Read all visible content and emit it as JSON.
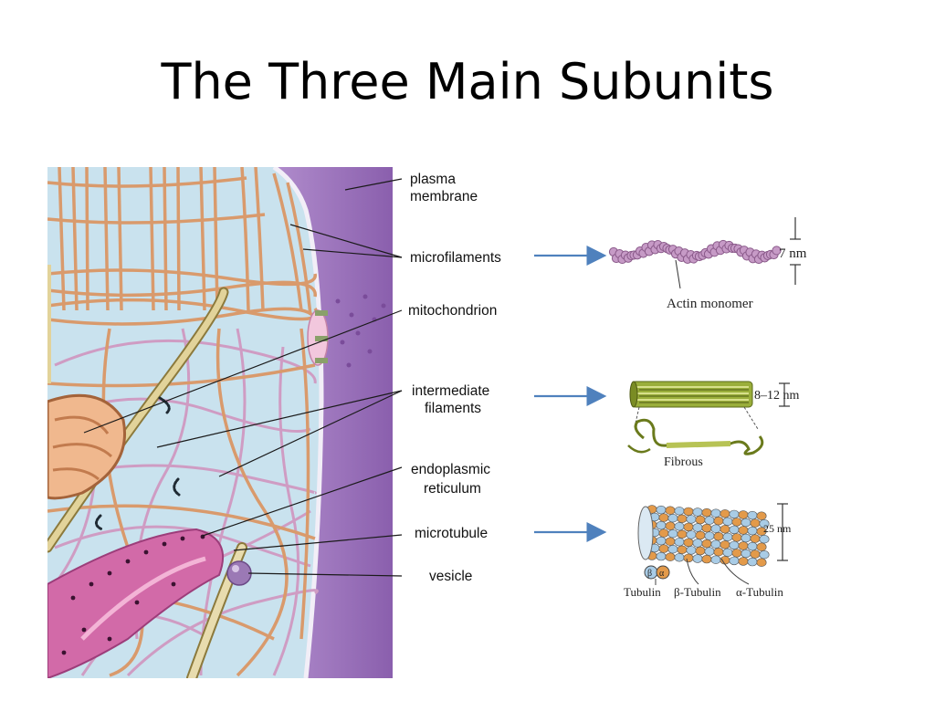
{
  "slide": {
    "title": "The Three Main Subunits"
  },
  "cell_labels": {
    "plasma_membrane_1": "plasma",
    "plasma_membrane_2": "membrane",
    "microfilaments": "microfilaments",
    "mitochondrion": "mitochondrion",
    "intermediate_1": "intermediate",
    "intermediate_2": "filaments",
    "er_1": "endoplasmic",
    "er_2": "reticulum",
    "microtubule": "microtubule",
    "vesicle": "vesicle"
  },
  "actin": {
    "size": "7 nm",
    "caption": "Actin monomer"
  },
  "intermediate_detail": {
    "size": "8–12 nm",
    "caption": "Fibrous"
  },
  "microtubule_detail": {
    "size": "25 nm",
    "tubulin": "Tubulin",
    "beta": "β-Tubulin",
    "alpha": "α-Tubulin",
    "beta_symbol": "β",
    "alpha_symbol": "α"
  },
  "colors": {
    "cytoplasm": "#c9e2ee",
    "membrane": "#9a72b8",
    "microfilament": "#d99a6c",
    "intermediate_filament": "#cf9cc3",
    "arrow": "#4f81bd",
    "actin": "#c69ac6",
    "beta_tubulin": "#a9cce6",
    "alpha_tubulin": "#e39a4a",
    "if_green": "#9aae3a"
  }
}
